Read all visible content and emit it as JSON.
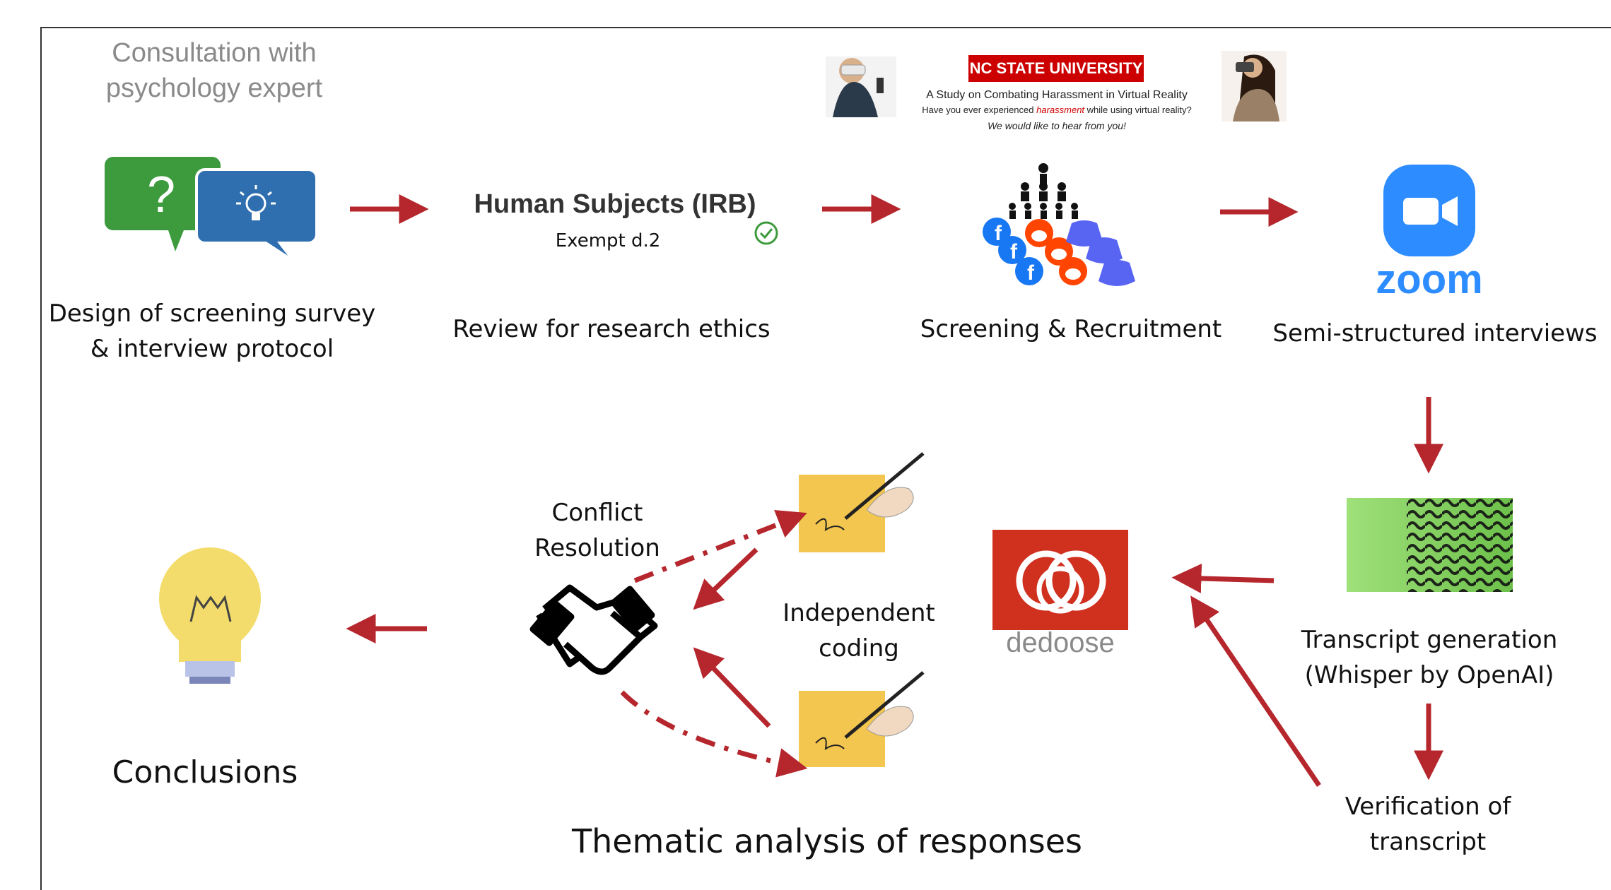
{
  "expert_note": {
    "line1": "Consultation with",
    "line2": "psychology expert"
  },
  "flyer": {
    "university": "NC STATE UNIVERSITY",
    "study_title": "A Study on Combating Harassment in Virtual Reality",
    "question_pre": "Have you ever experienced ",
    "question_red": "harassment",
    "question_post": " while using virtual reality?",
    "invite": "We would like to hear from you!"
  },
  "irb": {
    "title": "Human Subjects (IRB)",
    "subtitle": "Exempt d.2"
  },
  "steps": {
    "design": {
      "line1": "Design of screening survey",
      "line2": "& interview protocol"
    },
    "review": "Review for research ethics",
    "screening": "Screening & Recruitment",
    "interviews": "Semi-structured interviews",
    "transcript": {
      "line1": "Transcript generation",
      "line2": "(Whisper by OpenAI)"
    },
    "verification": {
      "line1": "Verification of",
      "line2": "transcript"
    },
    "conflict": {
      "line1": "Conflict",
      "line2": "Resolution"
    },
    "coding": {
      "line1": "Independent",
      "line2": "coding"
    },
    "conclusions": "Conclusions",
    "thematic": "Thematic analysis of responses"
  },
  "logos": {
    "zoom": "zoom",
    "dedoose": "dedoose"
  },
  "colors": {
    "arrow": "#b5272d",
    "zoom_blue": "#2d8cff",
    "dedoose_red": "#d0311f",
    "bubble_green": "#3d9a3d",
    "bubble_blue": "#2f6fb0",
    "bulb_yellow": "#f3dc6b"
  }
}
